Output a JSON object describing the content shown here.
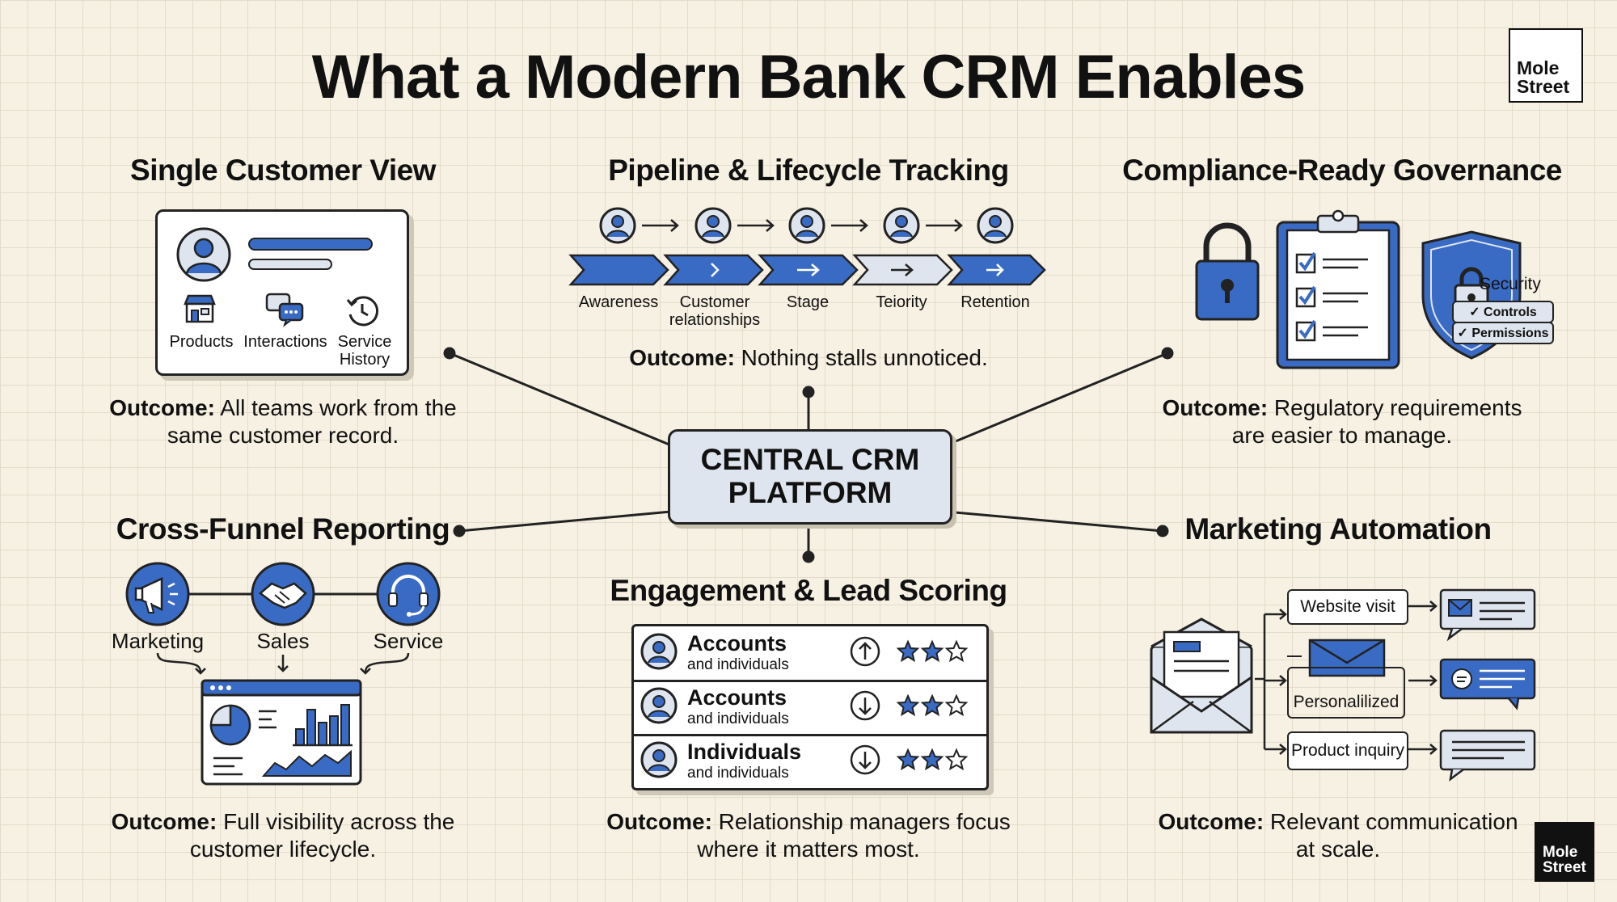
{
  "title": "What a Modern Bank CRM Enables",
  "logo": {
    "line1": "Mole",
    "line2": "Street"
  },
  "center": {
    "line1": "CENTRAL CRM",
    "line2": "PLATFORM"
  },
  "single_view": {
    "title": "Single Customer View",
    "items": [
      {
        "label_1": "Products",
        "label_2": ""
      },
      {
        "label_1": "Interactions",
        "label_2": ""
      },
      {
        "label_1": "Service",
        "label_2": "History"
      }
    ],
    "outcome_bold": "Outcome:",
    "outcome_line1": " All teams work from the",
    "outcome_line2": "same customer record."
  },
  "pipeline": {
    "title": "Pipeline & Lifecycle Tracking",
    "stages": [
      {
        "label_1": "Awareness",
        "label_2": ""
      },
      {
        "label_1": "Customer",
        "label_2": "relationships"
      },
      {
        "label_1": "Stage",
        "label_2": ""
      },
      {
        "label_1": "Teiority",
        "label_2": ""
      },
      {
        "label_1": "Retention",
        "label_2": ""
      }
    ],
    "outcome_bold": "Outcome:",
    "outcome_text": " Nothing stalls unnoticed."
  },
  "compliance": {
    "title": "Compliance-Ready Governance",
    "security_label": "Security",
    "tags": [
      "✓ Controls",
      "✓ Permissions"
    ],
    "outcome_bold": "Outcome:",
    "outcome_line1": " Regulatory requirements",
    "outcome_line2": "are easier to manage."
  },
  "reporting": {
    "title": "Cross-Funnel Reporting",
    "funnels": [
      "Marketing",
      "Sales",
      "Service"
    ],
    "outcome_bold": "Outcome:",
    "outcome_line1": " Full visibility across the",
    "outcome_line2": "customer lifecycle."
  },
  "scoring": {
    "title": "Engagement & Lead Scoring",
    "rows": [
      {
        "title": "Accounts",
        "sub": "and individuals",
        "trend": "up",
        "stars": 2
      },
      {
        "title": "Accounts",
        "sub": "and individuals",
        "trend": "down",
        "stars": 2
      },
      {
        "title": "Individuals",
        "sub": "and individuals",
        "trend": "down",
        "stars": 2
      }
    ],
    "outcome_bold": "Outcome:",
    "outcome_line1": " Relationship managers focus",
    "outcome_line2": "where it matters most."
  },
  "marketing": {
    "title": "Marketing Automation",
    "triggers": [
      "Website visit",
      "Personalilized",
      "Product inquiry"
    ],
    "outcome_bold": "Outcome:",
    "outcome_line1": " Relevant communication",
    "outcome_line2": "at scale."
  },
  "colors": {
    "accent": "#3a6bc4",
    "light_accent": "#dfe5ee",
    "ink": "#111111",
    "background": "#f7f1e3"
  },
  "icons": [
    "user-avatar-icon",
    "store-icon",
    "chat-bubbles-icon",
    "history-icon",
    "padlock-icon",
    "clipboard-checklist-icon",
    "shield-lock-icon",
    "megaphone-icon",
    "handshake-icon",
    "headset-icon",
    "pie-bar-chart-icon",
    "envelope-icon",
    "message-bubble-icon",
    "arrow-up-icon",
    "arrow-down-icon",
    "star-icon"
  ]
}
